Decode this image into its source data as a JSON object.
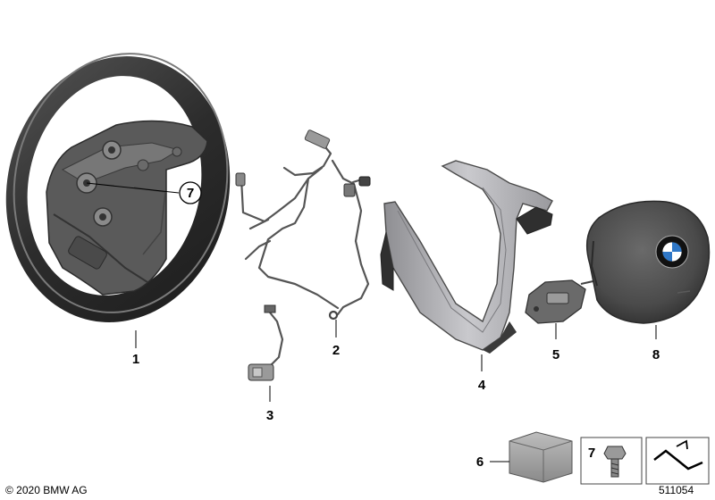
{
  "callouts": {
    "p1": "1",
    "p2": "2",
    "p3": "3",
    "p4": "4",
    "p5": "5",
    "p6": "6",
    "p7": "7",
    "p7_circled": "7",
    "p8": "8"
  },
  "footer": {
    "copyright": "© 2020 BMW AG",
    "diagram_id": "511054"
  },
  "colors": {
    "part_dark": "#3a3a3a",
    "part_mid": "#6e6e6e",
    "part_light": "#bdbdbd",
    "trim_silver": "#a9a9ad"
  }
}
